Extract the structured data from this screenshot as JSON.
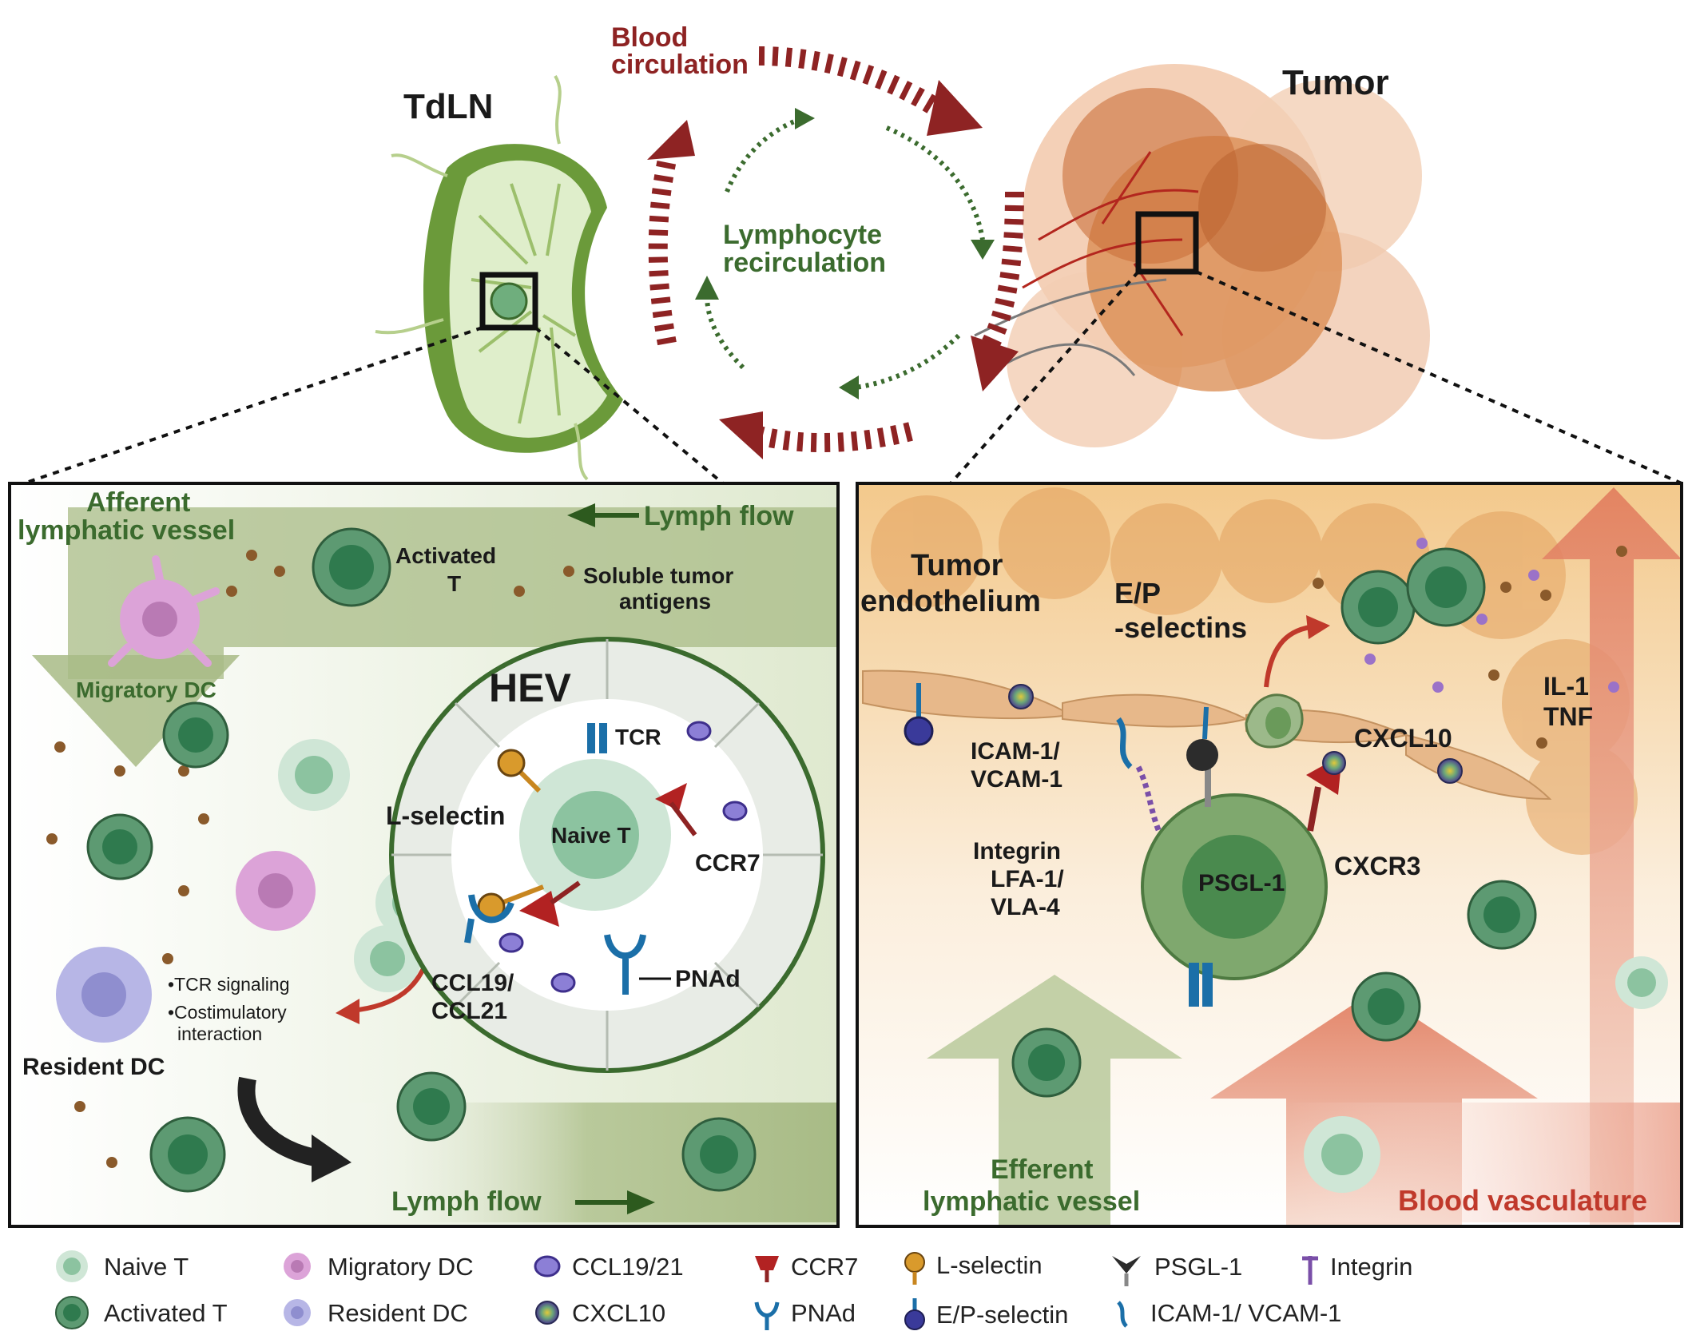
{
  "top": {
    "tdln_label": "TdLN",
    "tumor_label": "Tumor",
    "blood_line1": "Blood",
    "blood_line2": "circulation",
    "lymph_line1": "Lymphocyte",
    "lymph_line2": "recirculation"
  },
  "left_panel": {
    "afferent_line1": "Afferent",
    "afferent_line2": "lymphatic vessel",
    "lymph_flow_top": "Lymph flow",
    "activated_line1": "Activated",
    "activated_line2": "T",
    "soluble_line1": "Soluble tumor",
    "soluble_line2": "antigens",
    "migratory_dc": "Migratory DC",
    "hev": "HEV",
    "tcr": "TCR",
    "l_selectin": "L-selectin",
    "naive_t": "Naive T",
    "ccr7": "CCR7",
    "ccl_line1": "CCL19/",
    "ccl_line2": "CCL21",
    "pnad": "PNAd",
    "bullet1": "•TCR signaling",
    "bullet2a": "•Costimulatory",
    "bullet2b": "interaction",
    "resident_dc": "Resident DC",
    "lymph_flow_bottom": "Lymph flow"
  },
  "right_panel": {
    "tumor_endo_line1": "Tumor",
    "tumor_endo_line2": "endothelium",
    "ep_line1": "E/P",
    "ep_line2": "-selectins",
    "icam_line1": "ICAM-1/",
    "icam_line2": "VCAM-1",
    "integrin_line1": "Integrin",
    "integrin_line2": "LFA-1/",
    "integrin_line3": "VLA-4",
    "psgl": "PSGL-1",
    "cxcl10": "CXCL10",
    "cxcr3": "CXCR3",
    "il1": "IL-1",
    "tnf": "TNF",
    "efferent_line1": "Efferent",
    "efferent_line2": "lymphatic vessel",
    "blood_vasc": "Blood vasculature"
  },
  "legend": {
    "naive_t": "Naive T",
    "activated_t": "Activated T",
    "migratory_dc": "Migratory DC",
    "resident_dc": "Resident DC",
    "ccl1921": "CCL19/21",
    "cxcl10": "CXCL10",
    "ccr7": "CCR7",
    "pnad": "PNAd",
    "lselectin": "L-selectin",
    "epselectin": "E/P-selectin",
    "psgl1": "PSGL-1",
    "icam": "ICAM-1/ VCAM-1",
    "integrin": "Integrin"
  },
  "colors": {
    "lymph_green": "#3b6b2e",
    "blood_red": "#8e2323",
    "tumor_orange": "#d98a4e"
  }
}
